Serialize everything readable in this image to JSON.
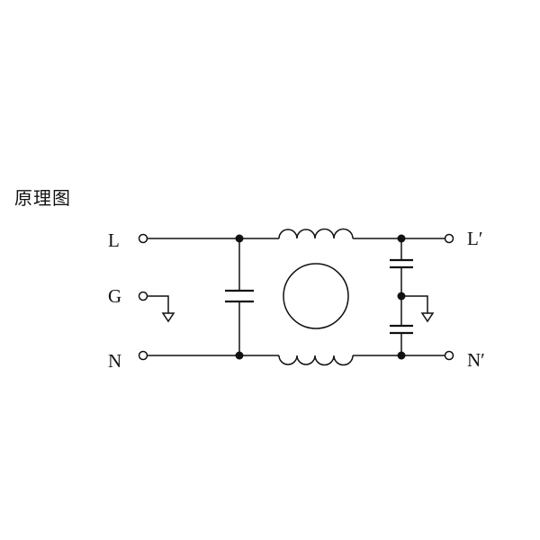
{
  "title": "原理图",
  "labels": {
    "line_in": "L",
    "ground": "G",
    "neutral_in": "N",
    "line_out": "L′",
    "neutral_out": "N′"
  },
  "colors": {
    "stroke": "#111111",
    "background": "#ffffff"
  }
}
